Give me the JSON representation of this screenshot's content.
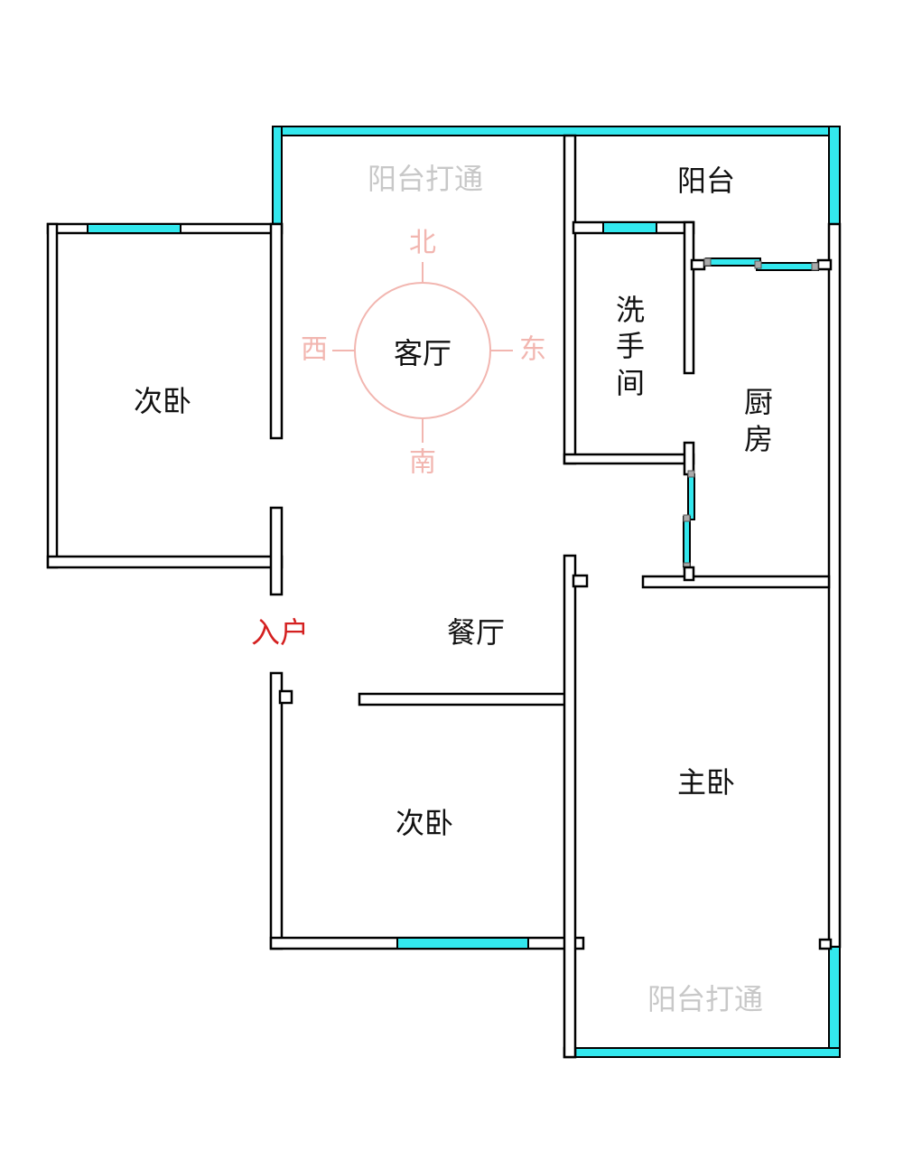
{
  "rooms": {
    "balcony_open_top": "阳台打通",
    "balcony": "阳台",
    "living_room": "客厅",
    "bedroom_west": "次卧",
    "bathroom": [
      "洗",
      "手",
      "间"
    ],
    "kitchen": [
      "厨",
      "房"
    ],
    "entrance": "入户",
    "dining_room": "餐厅",
    "bedroom_south": "次卧",
    "master_bedroom": "主卧",
    "balcony_open_bottom": "阳台打通"
  },
  "compass": {
    "north": "北",
    "south": "南",
    "west": "西",
    "east": "东"
  },
  "colors": {
    "window": "#33e8ee",
    "compass": "#f2b6b0",
    "entrance": "#d42020",
    "ghost_label": "#c8c8c8"
  }
}
